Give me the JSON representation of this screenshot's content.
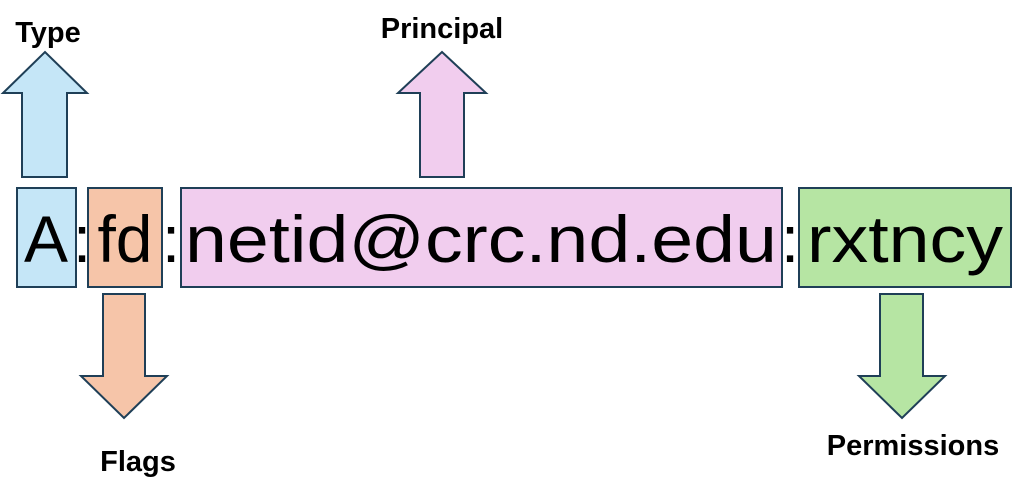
{
  "diagram": {
    "segments": {
      "type": {
        "text": "A",
        "label": "Type",
        "color": "#c5e6f7"
      },
      "separator_1": ":",
      "flags": {
        "text": "fd",
        "label": "Flags",
        "color": "#f6c5a9"
      },
      "separator_2": ":",
      "principal": {
        "text": "netid@crc.nd.edu",
        "label": "Principal",
        "color": "#f1cdee"
      },
      "separator_3": ":",
      "permissions": {
        "text": "rxtncy",
        "label": "Permissions",
        "color": "#b6e5a3"
      }
    },
    "stroke_color": "#1f3f57"
  }
}
